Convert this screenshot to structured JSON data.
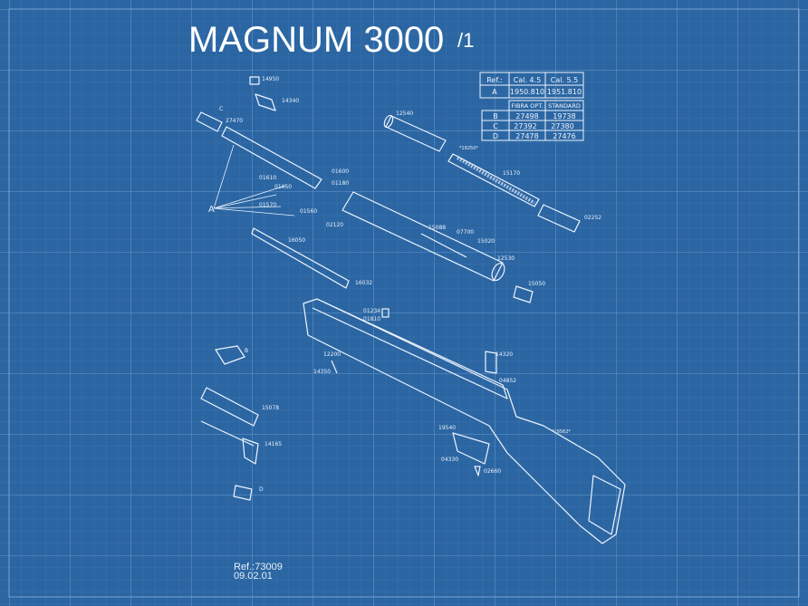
{
  "title": {
    "main": "MAGNUM 3000",
    "suffix": "/1"
  },
  "colors": {
    "background": "#2b66a3",
    "grid_minor": "#4a80b8",
    "grid_major": "#6b98c8",
    "lines": "#eef4fc"
  },
  "ref_table": {
    "headers1": [
      "Ref.:",
      "Cal. 4.5",
      "Cal. 5.5"
    ],
    "row_a": [
      "A",
      "1950.810",
      "1951.810"
    ],
    "headers2": [
      "FIBRA OPT.",
      "STANDARD"
    ],
    "rows": [
      [
        "B",
        "27498",
        "19738"
      ],
      [
        "C",
        "27392",
        "27380"
      ],
      [
        "D",
        "27478",
        "27476"
      ]
    ]
  },
  "part_labels": {
    "p14950": "14950",
    "p14340": "14340",
    "pC": "C",
    "p27470": "27470",
    "p01600": "01600",
    "p01610": "01610",
    "p01180": "01180",
    "p01650": "01650",
    "p01570": "01570",
    "p01560": "01560",
    "p02120": "02120",
    "pA": "A",
    "p16050": "16050",
    "p16032": "16032",
    "p15088": "15088",
    "p07700": "07700",
    "p15020": "15020",
    "p12530": "12530",
    "p15050": "15050",
    "p12540": "12540",
    "p19250": "*19250*",
    "p15170": "15170",
    "p02252": "02252",
    "p01234": "01234",
    "p01810": "01810",
    "p12200": "12200",
    "p14350": "14350",
    "p14320": "14320",
    "p04852": "04852",
    "pB": "B",
    "p15078": "15078",
    "p14165": "14165",
    "pD": "D",
    "p19540": "19540",
    "p04330": "04330",
    "p02660": "02660",
    "p19562": "*19562*"
  },
  "footer": {
    "ref": "Ref.:73009",
    "date": "09.02.01"
  }
}
